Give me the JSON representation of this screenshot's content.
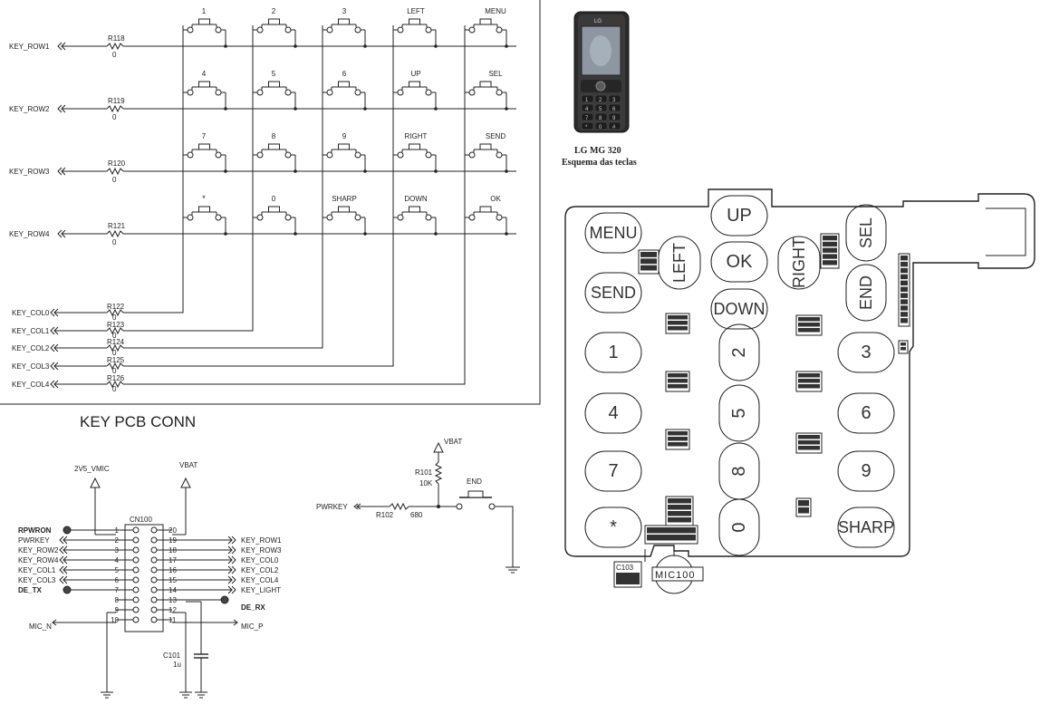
{
  "matrix": {
    "rows": [
      {
        "net": "KEY_ROW1",
        "res": "R118",
        "val": "0"
      },
      {
        "net": "KEY_ROW2",
        "res": "R119",
        "val": "0"
      },
      {
        "net": "KEY_ROW3",
        "res": "R120",
        "val": "0"
      },
      {
        "net": "KEY_ROW4",
        "res": "R121",
        "val": "0"
      }
    ],
    "keys": [
      [
        "1",
        "2",
        "3",
        "LEFT",
        "MENU"
      ],
      [
        "4",
        "5",
        "6",
        "UP",
        "SEL"
      ],
      [
        "7",
        "8",
        "9",
        "RIGHT",
        "SEND"
      ],
      [
        "*",
        "0",
        "SHARP",
        "DOWN",
        "OK"
      ]
    ],
    "cols": [
      {
        "net": "KEY_COL0",
        "res": "R122",
        "val": "0"
      },
      {
        "net": "KEY_COL1",
        "res": "R123",
        "val": "0"
      },
      {
        "net": "KEY_COL2",
        "res": "R124",
        "val": "0"
      },
      {
        "net": "KEY_COL3",
        "res": "R125",
        "val": "0"
      },
      {
        "net": "KEY_COL4",
        "res": "R126",
        "val": "0"
      }
    ]
  },
  "section_title": "KEY PCB CONN",
  "connector": {
    "ref": "CN100",
    "power_left": "2V5_VMIC",
    "power_right": "VBAT",
    "pins_left": [
      {
        "pin": "1",
        "net": "RPWRON",
        "bold": true
      },
      {
        "pin": "2",
        "net": "PWRKEY",
        "bold": false
      },
      {
        "pin": "3",
        "net": "KEY_ROW2",
        "bold": false
      },
      {
        "pin": "4",
        "net": "KEY_ROW4",
        "bold": false
      },
      {
        "pin": "5",
        "net": "KEY_COL1",
        "bold": false
      },
      {
        "pin": "6",
        "net": "KEY_COL3",
        "bold": false
      },
      {
        "pin": "7",
        "net": "DE_TX",
        "bold": true
      },
      {
        "pin": "8",
        "net": "",
        "bold": false
      },
      {
        "pin": "9",
        "net": "",
        "bold": false
      },
      {
        "pin": "10",
        "net": "MIC_N",
        "bold": false
      }
    ],
    "pins_right": [
      {
        "pin": "20",
        "net": "",
        "bold": false
      },
      {
        "pin": "19",
        "net": "KEY_ROW1",
        "bold": false
      },
      {
        "pin": "18",
        "net": "KEY_ROW3",
        "bold": false
      },
      {
        "pin": "17",
        "net": "KEY_COL0",
        "bold": false
      },
      {
        "pin": "16",
        "net": "KEY_COL2",
        "bold": false
      },
      {
        "pin": "15",
        "net": "KEY_COL4",
        "bold": false
      },
      {
        "pin": "14",
        "net": "KEY_LIGHT",
        "bold": false
      },
      {
        "pin": "13",
        "net": "DE_RX",
        "bold": true
      },
      {
        "pin": "12",
        "net": "",
        "bold": false
      },
      {
        "pin": "11",
        "net": "MIC_P",
        "bold": false
      }
    ],
    "cap_ref": "C101",
    "cap_val": "1u"
  },
  "pwrkey": {
    "vbat": "VBAT",
    "r101": "R101",
    "r101_val": "10K",
    "r102": "R102",
    "r102_val": "680",
    "net": "PWRKEY",
    "switch": "END"
  },
  "phone": {
    "brand": "LG",
    "caption1": "LG MG 320",
    "caption2": "Esquema das teclas",
    "screen_keys": [
      "1",
      "2",
      "3",
      "4",
      "5",
      "6",
      "7",
      "8",
      "9",
      "*",
      "0",
      "#"
    ]
  },
  "pcb": {
    "keys": {
      "menu": "MENU",
      "up": "UP",
      "sel": "SEL",
      "left": "LEFT",
      "ok": "OK",
      "right": "RIGHT",
      "send": "SEND",
      "down": "DOWN",
      "end": "END",
      "k1": "1",
      "k2": "2",
      "k3": "3",
      "k4": "4",
      "k5": "5",
      "k6": "6",
      "k7": "7",
      "k8": "8",
      "k9": "9",
      "star": "*",
      "k0": "0",
      "sharp": "SHARP"
    },
    "cap": "C103",
    "mic": "MIC100"
  }
}
